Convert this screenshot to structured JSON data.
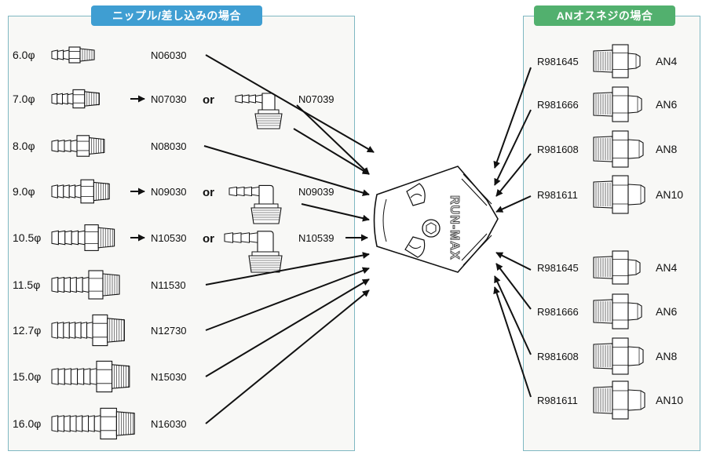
{
  "left_header": "ニップル/差し込みの場合",
  "right_header": "ANオスネジの場合",
  "center_label": "RUN-MAX",
  "or_label": "or",
  "nipples": [
    {
      "size": "6.0φ",
      "part": "N06030",
      "arrow": false,
      "elbow": ""
    },
    {
      "size": "7.0φ",
      "part": "N07030",
      "arrow": true,
      "elbow": "N07039"
    },
    {
      "size": "8.0φ",
      "part": "N08030",
      "arrow": false,
      "elbow": ""
    },
    {
      "size": "9.0φ",
      "part": "N09030",
      "arrow": true,
      "elbow": "N09039"
    },
    {
      "size": "10.5φ",
      "part": "N10530",
      "arrow": true,
      "elbow": "N10539"
    },
    {
      "size": "11.5φ",
      "part": "N11530",
      "arrow": false,
      "elbow": ""
    },
    {
      "size": "12.7φ",
      "part": "N12730",
      "arrow": false,
      "elbow": ""
    },
    {
      "size": "15.0φ",
      "part": "N15030",
      "arrow": false,
      "elbow": ""
    },
    {
      "size": "16.0φ",
      "part": "N16030",
      "arrow": false,
      "elbow": ""
    }
  ],
  "an_fittings": [
    {
      "part": "R981645",
      "size": "AN4"
    },
    {
      "part": "R981666",
      "size": "AN6"
    },
    {
      "part": "R981608",
      "size": "AN8"
    },
    {
      "part": "R981611",
      "size": "AN10"
    },
    {
      "part": "R981645",
      "size": "AN4"
    },
    {
      "part": "R981666",
      "size": "AN6"
    },
    {
      "part": "R981608",
      "size": "AN8"
    },
    {
      "part": "R981611",
      "size": "AN10"
    }
  ]
}
